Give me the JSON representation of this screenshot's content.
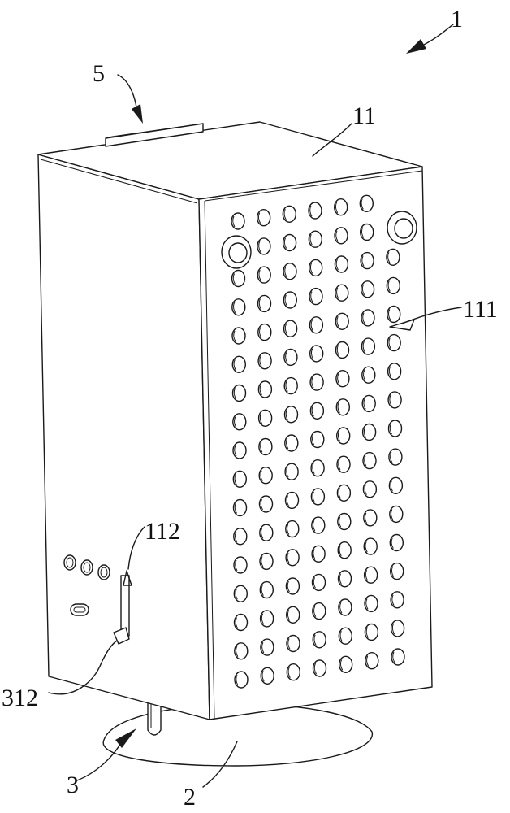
{
  "labels": {
    "assembly": "1",
    "top_panel": "11",
    "vent_holes": "111",
    "side_slot": "112",
    "handle": "312",
    "support": "3",
    "base": "2",
    "top_strip": "5"
  },
  "front_panel": {
    "hole_rows": 17,
    "hole_columns": 7
  },
  "side_panel": {
    "buttons": 3
  },
  "colors": {
    "line": "#1a1a1a",
    "background": "#ffffff"
  }
}
